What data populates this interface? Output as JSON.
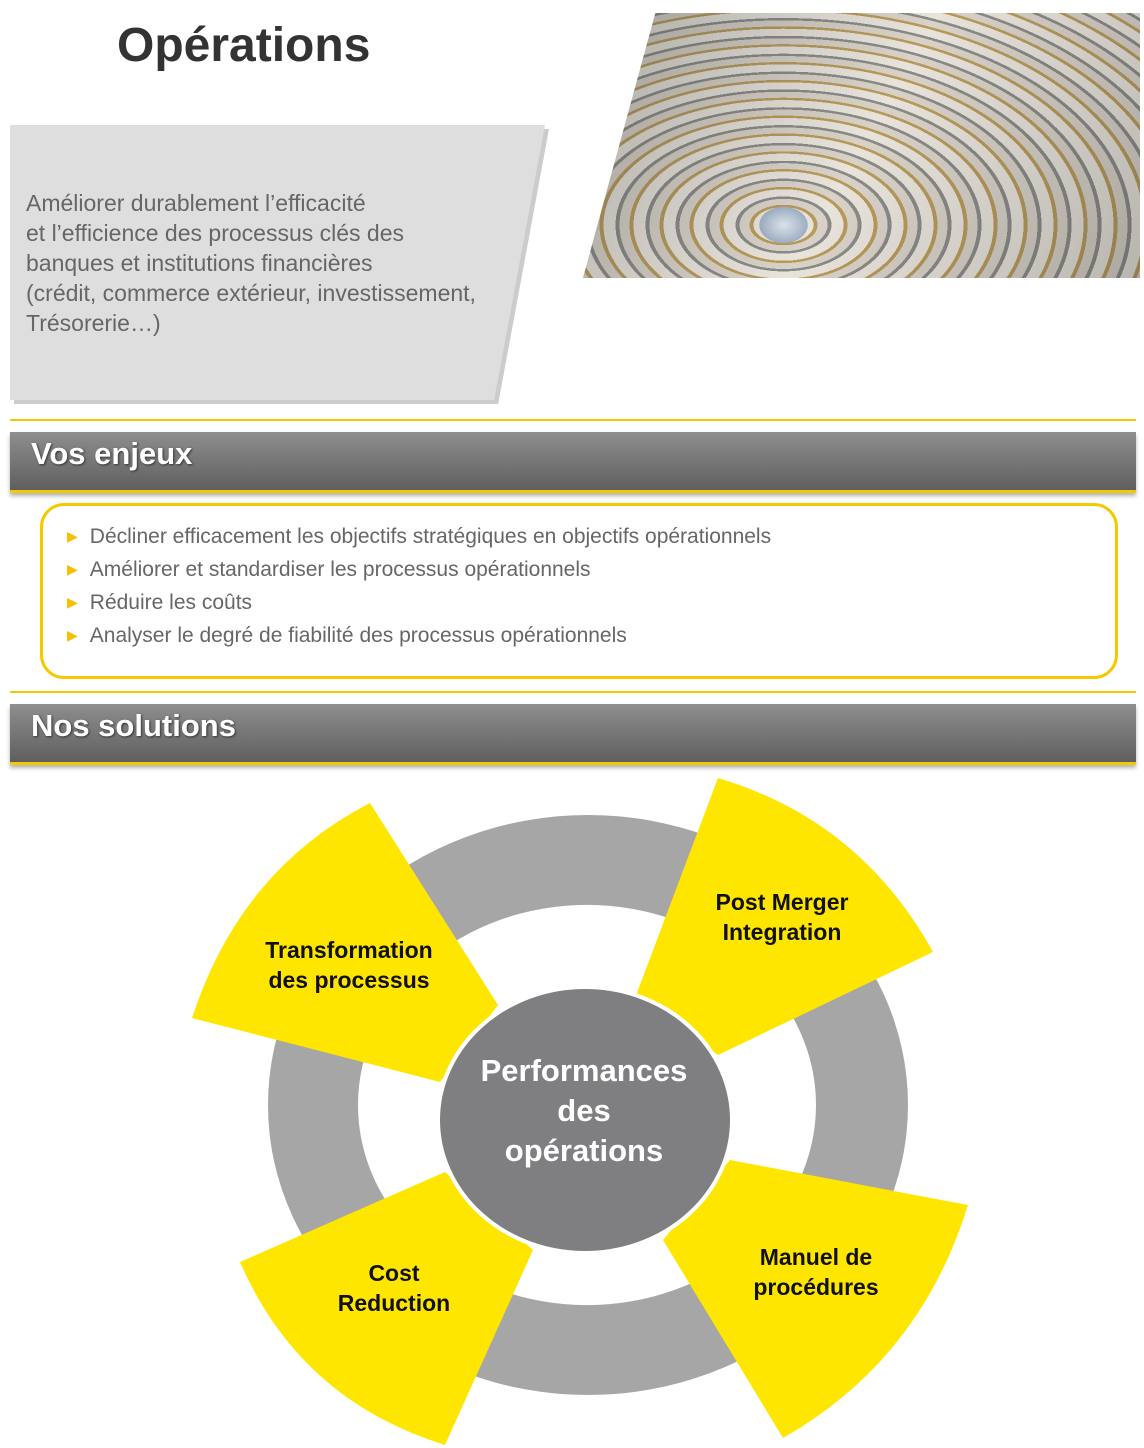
{
  "title": "Opérations",
  "intro": [
    "Améliorer durablement l’efficacité",
    "et l’efficience des processus clés des",
    "banques et institutions financières",
    "(crédit, commerce extérieur, investissement,",
    "Trésorerie…)"
  ],
  "sections": {
    "enjeux": {
      "heading": "Vos enjeux",
      "items": [
        "Décliner efficacement les objectifs stratégiques en objectifs opérationnels",
        "Améliorer et standardiser les processus opérationnels",
        "Réduire les coûts",
        "Analyser le degré de fiabilité des processus opérationnels"
      ]
    },
    "solutions": {
      "heading": "Nos solutions",
      "center": [
        "Performances",
        "des",
        "opérations"
      ],
      "petals": {
        "top_left": [
          "Transformation",
          "des processus"
        ],
        "top_right": [
          "Post Merger",
          "Integration"
        ],
        "bottom_left": [
          "Cost",
          "Reduction"
        ],
        "bottom_right": [
          "Manuel de",
          "procédures"
        ]
      }
    }
  },
  "colors": {
    "accent": "#f5c800",
    "petal": "#ffe600",
    "ring": "#a6a6a6",
    "center": "#7f7f82"
  }
}
